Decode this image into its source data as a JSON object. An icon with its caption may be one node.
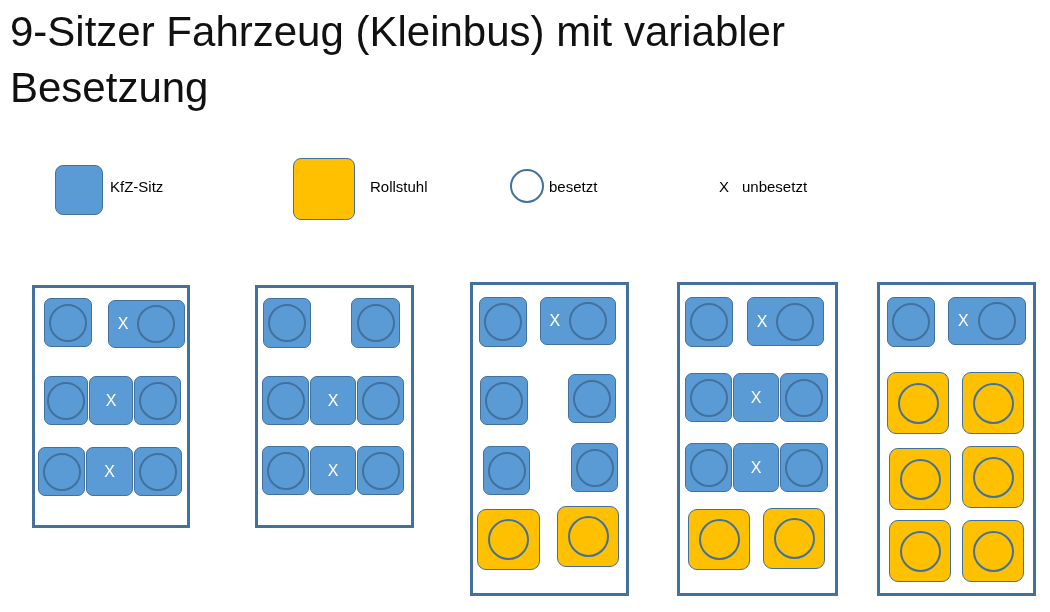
{
  "diagram": {
    "title": "9-Sitzer Fahrzeug (Kleinbus) mit variabler Besetzung",
    "nodes": [
      {
        "text": [],
        "shape": "box"
      },
      {
        "text": [],
        "shape": "box",
        "in": 0
      },
      {
        "text": [],
        "shape": "circle",
        "in": 1
      },
      {
        "text": [
          "X"
        ],
        "in": 0
      },
      {
        "text": [],
        "shape": "circle",
        "in": 3
      },
      {
        "text": [],
        "shape": "box",
        "in": 0
      },
      {
        "text": [],
        "shape": "circle",
        "in": 5
      },
      {
        "text": [
          "X"
        ],
        "in": 0
      },
      {
        "text": [],
        "shape": "box",
        "in": 0
      },
      {
        "text": [],
        "shape": "circle",
        "in": 8
      },
      {
        "text": [],
        "shape": "box",
        "in": 0
      },
      {
        "text": [],
        "shape": "circle",
        "in": 10
      },
      {
        "text": [
          "X"
        ],
        "in": 0
      },
      {
        "text": [],
        "shape": "box",
        "in": 0
      },
      {
        "text": [],
        "shape": "circle",
        "in": 13
      },
      {
        "text": [],
        "shape": "box"
      },
      {
        "text": [],
        "shape": "box",
        "in": 15
      },
      {
        "text": [],
        "shape": "circle",
        "in": 16
      },
      {
        "text": [],
        "shape": "box",
        "in": 15
      },
      {
        "text": [],
        "shape": "circle",
        "in": 18
      },
      {
        "text": [],
        "shape": "box",
        "in": 15
      },
      {
        "text": [],
        "shape": "circle",
        "in": 20
      },
      {
        "text": [
          "X"
        ],
        "in": 15
      },
      {
        "text": [],
        "shape": "box",
        "in": 15
      },
      {
        "text": [],
        "shape": "circle",
        "in": 23
      },
      {
        "text": [],
        "shape": "box",
        "in": 15
      },
      {
        "text": [],
        "shape": "circle",
        "in": 25
      },
      {
        "text": [
          "X"
        ],
        "in": 15
      },
      {
        "text": [],
        "shape": "box",
        "in": 15
      },
      {
        "text": [],
        "shape": "circle",
        "in": 28
      },
      {
        "text": [],
        "shape": "box"
      },
      {
        "text": [],
        "shape": "box",
        "in": 30
      },
      {
        "text": [],
        "shape": "circle",
        "in": 31
      },
      {
        "text": [
          "X"
        ],
        "in": 30
      },
      {
        "text": [],
        "shape": "circle",
        "in": 33
      },
      {
        "text": [],
        "shape": "box",
        "in": 30
      },
      {
        "text": [],
        "shape": "circle",
        "in": 35
      },
      {
        "text": [],
        "shape": "box",
        "in": 30
      },
      {
        "text": [],
        "shape": "circle",
        "in": 37
      },
      {
        "text": [],
        "shape": "box",
        "in": 30
      },
      {
        "text": [],
        "shape": "circle",
        "in": 39
      },
      {
        "text": [],
        "shape": "box",
        "in": 30
      },
      {
        "text": [],
        "shape": "circle",
        "in": 41
      },
      {
        "text": [],
        "shape": "box",
        "in": 30
      },
      {
        "text": [],
        "shape": "circle",
        "in": 43
      },
      {
        "text": [],
        "shape": "box",
        "in": 30
      },
      {
        "text": [],
        "shape": "circle",
        "in": 45
      },
      {
        "text": [],
        "shape": "box"
      },
      {
        "text": [],
        "shape": "box",
        "in": 47
      },
      {
        "text": [],
        "shape": "circle",
        "in": 48
      },
      {
        "text": [
          "X"
        ],
        "in": 47
      },
      {
        "text": [],
        "shape": "circle",
        "in": 50
      },
      {
        "text": [],
        "shape": "box",
        "in": 47
      },
      {
        "text": [],
        "shape": "circle",
        "in": 52
      },
      {
        "text": [
          "X"
        ],
        "in": 47
      },
      {
        "text": [],
        "shape": "box",
        "in": 47
      },
      {
        "text": [],
        "shape": "circle",
        "in": 55
      },
      {
        "text": [],
        "shape": "box",
        "in": 47
      },
      {
        "text": [],
        "shape": "circle",
        "in": 57
      },
      {
        "text": [
          "X"
        ],
        "in": 47
      },
      {
        "text": [],
        "shape": "box",
        "in": 47
      },
      {
        "text": [],
        "shape": "circle",
        "in": 60
      },
      {
        "text": [],
        "shape": "box",
        "in": 47
      },
      {
        "text": [],
        "shape": "circle",
        "in": 62
      },
      {
        "text": [],
        "shape": "box",
        "in": 47
      },
      {
        "text": [],
        "shape": "circle",
        "in": 64
      },
      {
        "text": [],
        "shape": "box"
      },
      {
        "text": [],
        "shape": "box",
        "in": 66
      },
      {
        "text": [],
        "shape": "circle",
        "in": 67
      },
      {
        "text": [
          "X"
        ],
        "in": 66
      },
      {
        "text": [],
        "shape": "circle",
        "in": 69
      },
      {
        "text": [],
        "shape": "box",
        "in": 66
      },
      {
        "text": [],
        "shape": "circle",
        "in": 71
      },
      {
        "text": [],
        "shape": "box",
        "in": 66
      },
      {
        "text": [],
        "shape": "circle",
        "in": 73
      },
      {
        "text": [],
        "shape": "box",
        "in": 66
      },
      {
        "text": [],
        "shape": "circle",
        "in": 75
      },
      {
        "text": [],
        "shape": "box",
        "in": 66
      },
      {
        "text": [],
        "shape": "circle",
        "in": 77
      },
      {
        "text": [],
        "shape": "box",
        "in": 66
      },
      {
        "text": [],
        "shape": "circle",
        "in": 79
      },
      {
        "text": [],
        "shape": "box",
        "in": 66
      },
      {
        "text": [],
        "shape": "circle",
        "in": 81
      }
    ],
    "labels": [
      "X"
    ],
    "legend": [
      {
        "text": "KfZ-Sitz",
        "color": "#5b9bd5"
      },
      {
        "text": "Rollstuhl",
        "color": "#ffc000"
      },
      {
        "text": "besetzt"
      },
      {
        "text": "unbesetzt"
      }
    ]
  }
}
